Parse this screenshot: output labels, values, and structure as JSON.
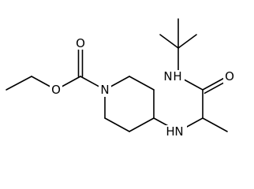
{
  "molecule": {
    "atoms": {
      "O_carbonyl_ester": "O",
      "O_ether": "O",
      "N_piperidine": "N",
      "N_amine": "N",
      "H_amine": "H",
      "N_amide": "N",
      "H_amide": "H",
      "O_amide": "O"
    },
    "colors": {
      "bond": "#000000",
      "label": "#000000",
      "background": "#ffffff"
    }
  }
}
